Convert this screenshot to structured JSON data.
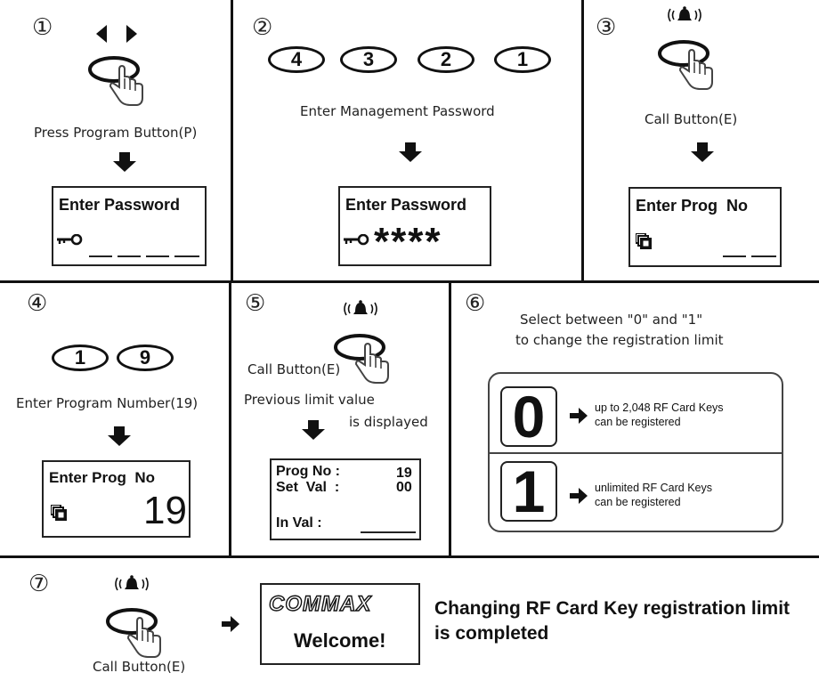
{
  "steps": {
    "s1": {
      "number": "①",
      "caption": "Press Program Button(P)",
      "lcd_title": "Enter Password"
    },
    "s2": {
      "number": "②",
      "keys": [
        "4",
        "3",
        "2",
        "1"
      ],
      "caption": "Enter Management Password",
      "lcd_title": "Enter Password",
      "masked": "****"
    },
    "s3": {
      "number": "③",
      "caption": "Call Button(E)",
      "lcd_title": "Enter Prog  No"
    },
    "s4": {
      "number": "④",
      "keys": [
        "1",
        "9"
      ],
      "caption": "Enter Program Number(19)",
      "lcd_title": "Enter Prog  No",
      "lcd_value": "19"
    },
    "s5": {
      "number": "⑤",
      "button_caption": "Call Button(E)",
      "caption_line1": "Previous limit value",
      "caption_line2": "is displayed",
      "lcd": {
        "prog_label": "Prog No :",
        "prog_value": "19",
        "set_label": "Set  Val  :",
        "set_value": "00",
        "in_label": "In Val :"
      }
    },
    "s6": {
      "number": "⑥",
      "caption_line1": "Select between \"0\" and \"1\"",
      "caption_line2": "to change the registration limit",
      "options": [
        {
          "value": "0",
          "line1": "up to 2,048 RF Card Keys",
          "line2": "can be registered"
        },
        {
          "value": "1",
          "line1": "unlimited RF Card Keys",
          "line2": "can be registered"
        }
      ]
    },
    "s7": {
      "number": "⑦",
      "caption": "Call Button(E)",
      "brand": "COMMAX",
      "welcome": "Welcome!",
      "result_line1": "Changing RF Card Key registration limit",
      "result_line2": "is completed"
    }
  }
}
